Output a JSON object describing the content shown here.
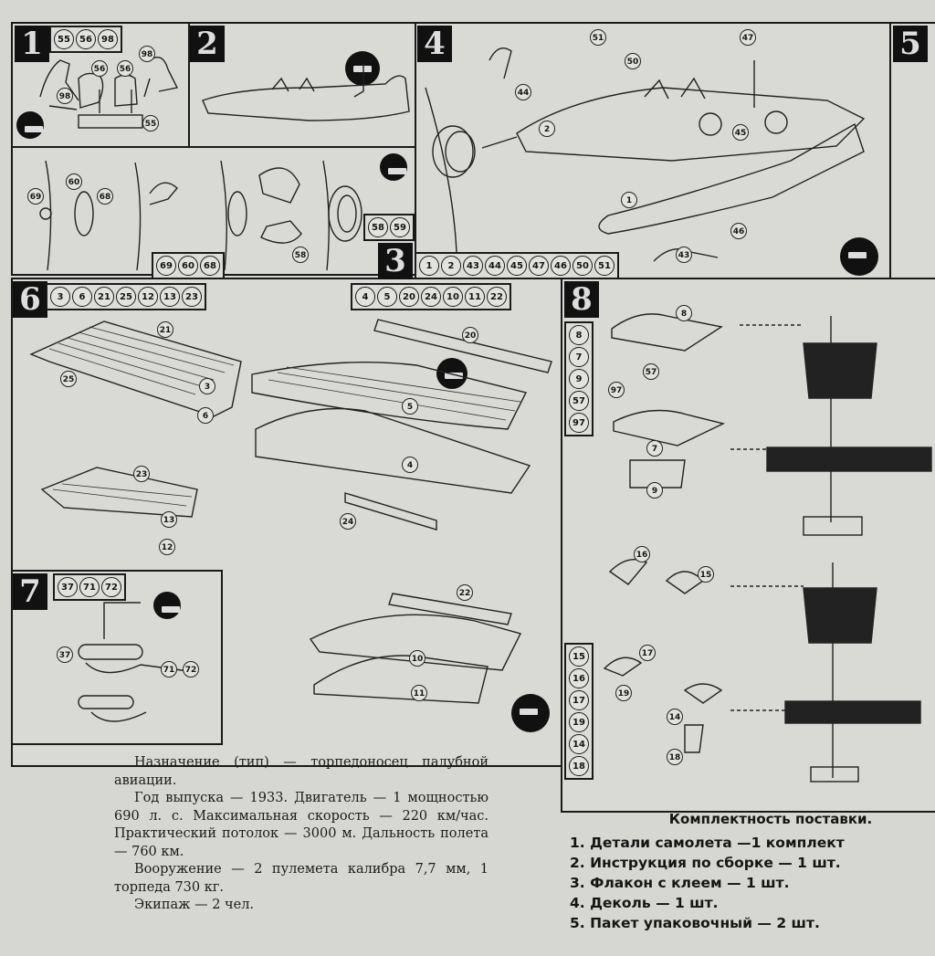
{
  "steps": {
    "s1": {
      "tag": "1",
      "parts": [
        "55",
        "56",
        "98"
      ]
    },
    "s2": {
      "tag": "2"
    },
    "s3": {
      "tag": "3",
      "parts": [
        "1",
        "2",
        "43",
        "44",
        "45",
        "47",
        "46",
        "50",
        "51"
      ]
    },
    "s3b": {
      "parts": [
        "58",
        "59"
      ]
    },
    "s3c": {
      "parts": [
        "69",
        "60",
        "68"
      ]
    },
    "s4": {
      "tag": "4"
    },
    "s5": {
      "tag": "5"
    },
    "s6": {
      "tag": "6",
      "parts_left": [
        "3",
        "6",
        "21",
        "25",
        "12",
        "13",
        "23"
      ],
      "parts_right": [
        "4",
        "5",
        "20",
        "24",
        "10",
        "11",
        "22"
      ]
    },
    "s7": {
      "tag": "7",
      "parts": [
        "37",
        "71",
        "72"
      ]
    },
    "s8": {
      "tag": "8",
      "parts_top": [
        "8",
        "7",
        "9",
        "57",
        "97"
      ],
      "parts_bottom": [
        "15",
        "16",
        "17",
        "19",
        "14",
        "18"
      ]
    }
  },
  "callouts": {
    "c98": "98",
    "c56a": "56",
    "c56b": "56",
    "c55": "55",
    "c98b": "98",
    "c69": "69",
    "c60": "60",
    "c68": "68",
    "c58": "58",
    "c44": "44",
    "c51": "51",
    "c50": "50",
    "c47": "47",
    "c2": "2",
    "c45": "45",
    "c1": "1",
    "c46": "46",
    "c43": "43",
    "c21": "21",
    "c25": "25",
    "c3": "3",
    "c6": "6",
    "c20": "20",
    "c5": "5",
    "c4": "4",
    "c24": "24",
    "c23": "23",
    "c13": "13",
    "c12": "12",
    "c22": "22",
    "c10": "10",
    "c11": "11",
    "c37": "37",
    "c71": "71",
    "c72": "72",
    "c8": "8",
    "c97": "97",
    "c57": "57",
    "c7": "7",
    "c9": "9",
    "c16": "16",
    "c15": "15",
    "c17": "17",
    "c19": "19",
    "c14": "14",
    "c18": "18"
  },
  "description": {
    "p1": "Назначение (тип) — торпедоносец палубной авиации.",
    "p2": "Год выпуска — 1933. Двигатель — 1 мощностью 690 л. с. Максимальная скорость — 220 км/час. Практический потолок — 3000 м. Дальность полета — 760 км.",
    "p3": "Вооружение — 2 пулемета калибра 7,7 мм, 1 торпеда 730 кг.",
    "p4": "Экипаж — 2 чел."
  },
  "kit": {
    "title": "Комплектность поставки.",
    "items": [
      "1. Детали самолета —1 комплект",
      "2. Инструкция по сборке — 1 шт.",
      "3. Флакон с клеем — 1 шт.",
      "4. Деколь — 1 шт.",
      "5. Пакет упаковочный — 2 шт."
    ]
  },
  "colors": {
    "paper": "#d6d6d2",
    "ink": "#151515"
  }
}
